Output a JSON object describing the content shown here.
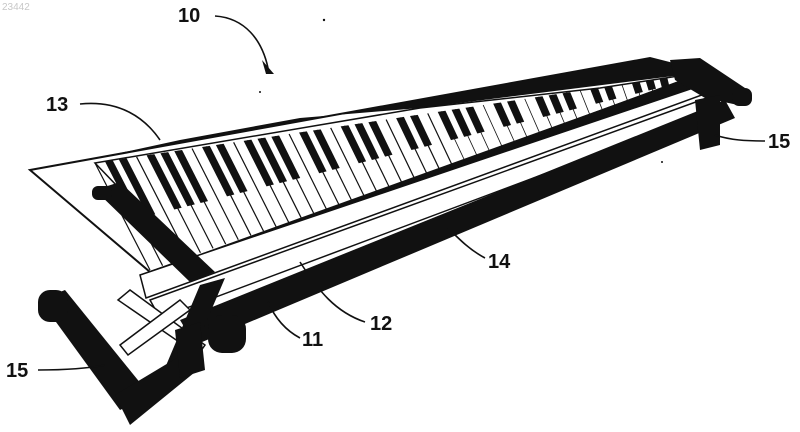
{
  "watermark": "23442",
  "labels": {
    "assembly": "10",
    "frame": "11",
    "bar": "12",
    "keyboard": "13",
    "support": "14",
    "leg_left": "15",
    "leg_right": "15"
  },
  "colors": {
    "ink": "#111111",
    "paper": "#ffffff"
  }
}
